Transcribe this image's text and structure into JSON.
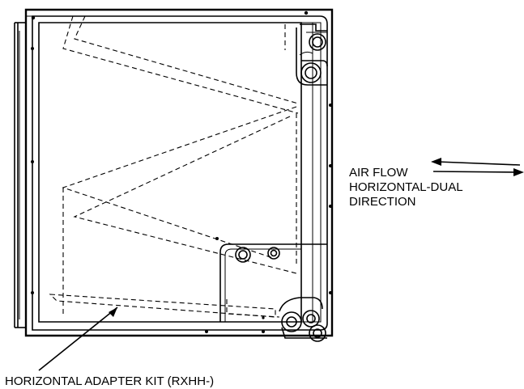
{
  "labels": {
    "airflow_line1": "AIR FLOW",
    "airflow_line2": "HORIZONTAL-DUAL",
    "airflow_line3": "DIRECTION",
    "adapter_kit": "HORIZONTAL ADAPTER KIT (RXHH-)"
  },
  "colors": {
    "ink": "#000000",
    "background": "#ffffff"
  }
}
